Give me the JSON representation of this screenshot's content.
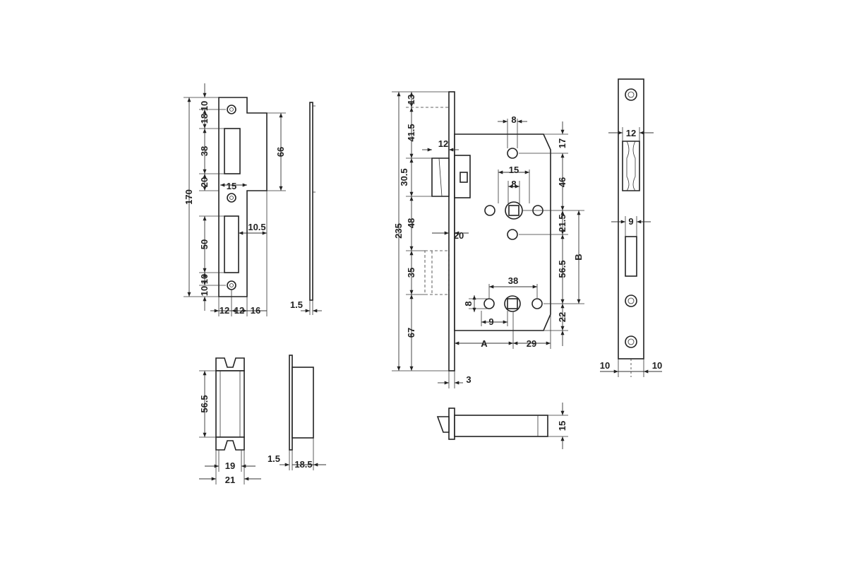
{
  "diagram": {
    "strike_plate": {
      "d_10_top": "10",
      "d_18": "18",
      "d_38": "38",
      "d_20": "20",
      "d_50": "50",
      "d_10_low": "10",
      "d_10_bot": "10",
      "d_170": "170",
      "d_66": "66",
      "d_15": "15",
      "d_10_5": "10.5",
      "d_12a": "12",
      "d_12b": "12",
      "d_16": "16",
      "d_1_5": "1.5"
    },
    "strike_box": {
      "d_56_5": "56.5",
      "d_19": "19",
      "d_21": "21",
      "d_1_5": "1.5",
      "d_18_5": "18.5"
    },
    "lock_body": {
      "d_235": "235",
      "d_13": "13",
      "d_41_5": "41.5",
      "d_30_5": "30.5",
      "d_48": "48",
      "d_35": "35",
      "d_67": "67",
      "d_12": "12",
      "d_20": "20",
      "d_3": "3",
      "d_8_top": "8",
      "d_15": "15",
      "d_8_mid": "8",
      "d_17": "17",
      "d_46": "46",
      "d_21_5": "21.5",
      "d_56_5": "56.5",
      "d_B": "B",
      "d_22": "22",
      "d_38": "38",
      "d_8_left": "8",
      "d_9": "9",
      "d_A": "A",
      "d_29": "29"
    },
    "forend": {
      "d_12": "12",
      "d_9": "9",
      "d_10_left": "10",
      "d_10_right": "10"
    },
    "bolt": {
      "d_15": "15"
    }
  }
}
